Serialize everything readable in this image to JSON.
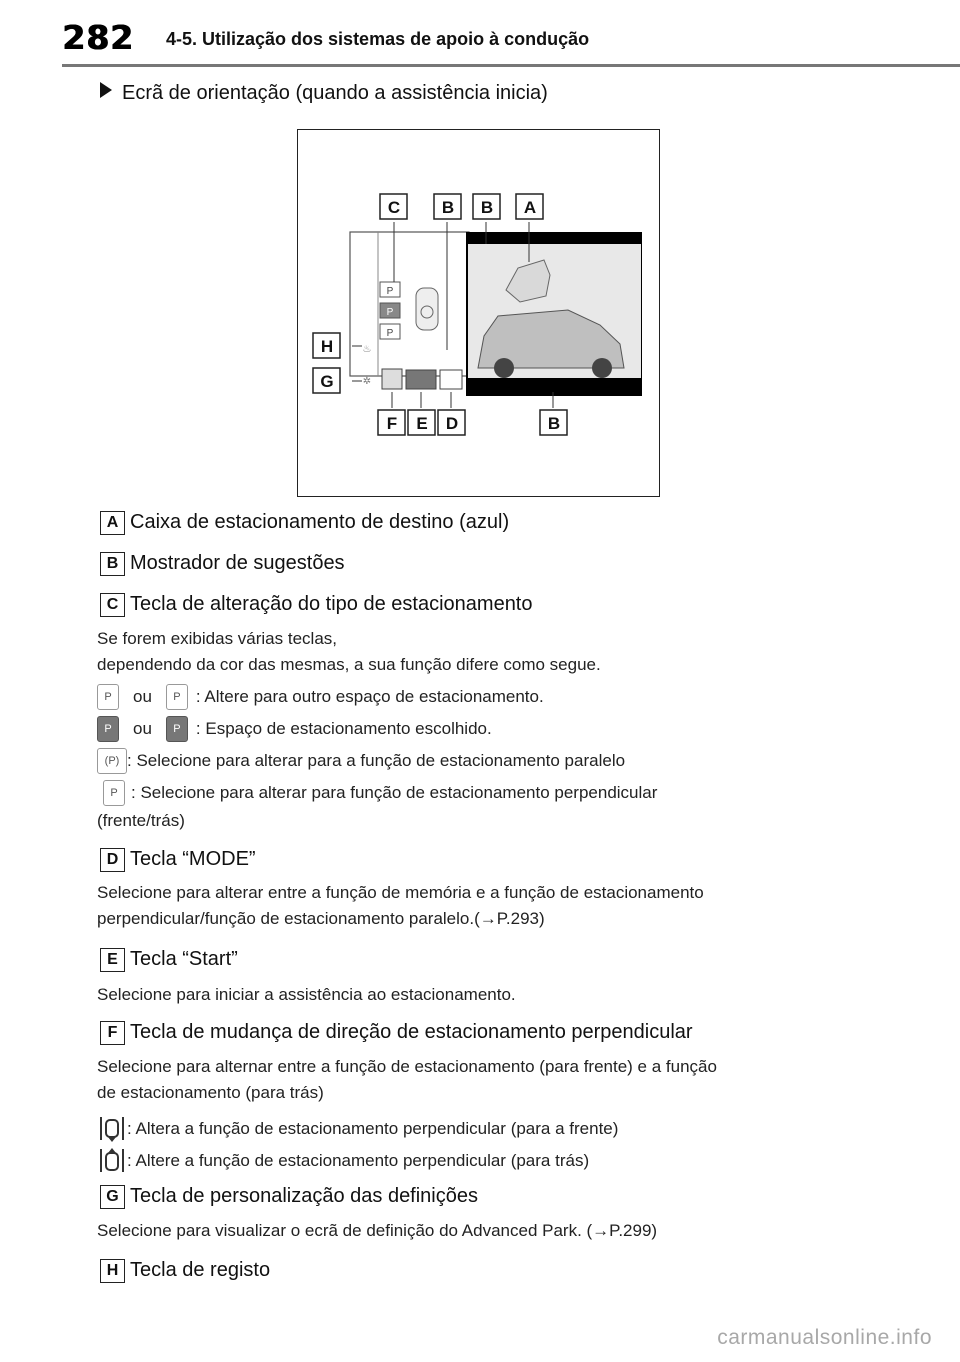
{
  "header": {
    "page_number": "282",
    "section": "4-5. Utilização dos sistemas de apoio à condução"
  },
  "subheading": "Ecrã de orientação (quando a assistência inicia)",
  "figure": {
    "callouts_top": [
      "C",
      "B",
      "B",
      "A"
    ],
    "callouts_left": [
      "H",
      "G"
    ],
    "callouts_bottom": [
      "F",
      "E",
      "D",
      "B"
    ],
    "p_buttons": [
      "P",
      "P",
      "P"
    ]
  },
  "items": [
    {
      "letter": "A",
      "title": "Caixa de estacionamento de destino (azul)"
    },
    {
      "letter": "B",
      "title": "Mostrador de sugestões"
    },
    {
      "letter": "C",
      "title": "Tecla de alteração do tipo de estacionamento"
    },
    {
      "letter": "D",
      "title": "Tecla “MODE”"
    },
    {
      "letter": "E",
      "title": "Tecla “Start”"
    },
    {
      "letter": "F",
      "title": "Tecla de mudança de direção de estacionamento perpendicular"
    },
    {
      "letter": "G",
      "title": "Tecla de personalização das definições"
    },
    {
      "letter": "H",
      "title": "Tecla de registo"
    }
  ],
  "c_text": {
    "line1": "Se forem exibidas várias teclas,",
    "line2": "dependendo da cor das mesmas, a sua função difere como segue.",
    "icon_p": "P",
    "icon_p_wide": "(P)",
    "ou": "ou",
    "opt1": ": Altere para outro espaço de estacionamento.",
    "opt2": ": Espaço de estacionamento escolhido.",
    "opt3": ": Selecione para alterar para a função de estacionamento paralelo",
    "opt4": ": Selecione para alterar para função de estacionamento perpendicular",
    "opt4b": "(frente/trás)"
  },
  "d_text": {
    "line1": "Selecione para alterar entre a função de memória e a função de estacionamento",
    "line2": "perpendicular/função de estacionamento paralelo.(→P.293)"
  },
  "e_text": {
    "line1": "Selecione para iniciar a assistência ao estacionamento."
  },
  "f_text": {
    "line1": "Selecione para alternar entre a função de estacionamento (para frente) e a função",
    "line2": "de estacionamento (para trás)",
    "opt1": ": Altera a função de estacionamento perpendicular (para a frente)",
    "opt2": ": Altere a função de estacionamento perpendicular (para trás)"
  },
  "g_text": {
    "line1": "Selecione para visualizar o ecrã de definição do Advanced Park. (→P.299)"
  },
  "watermark": "carmanualsonline.info"
}
